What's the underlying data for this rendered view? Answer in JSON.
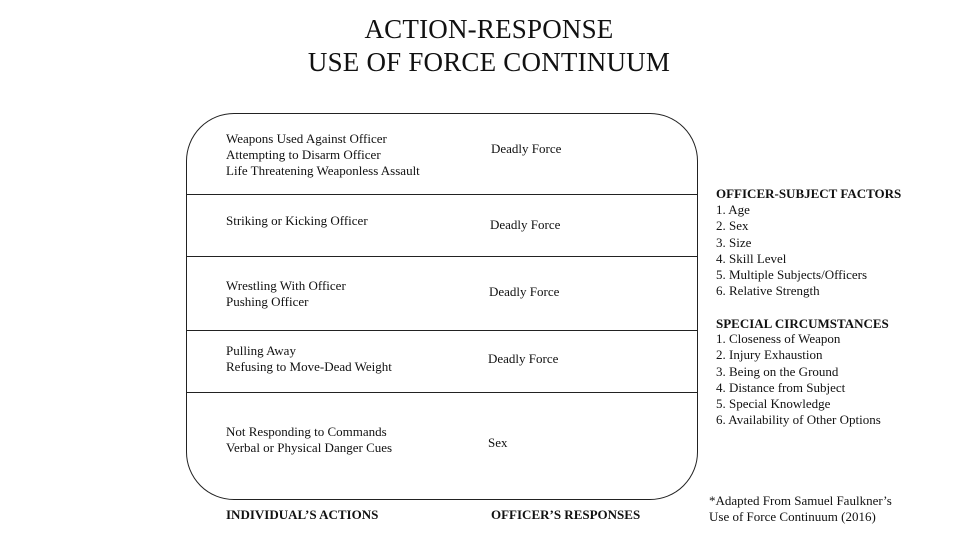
{
  "title": {
    "line1": "ACTION-RESPONSE",
    "line2": "USE OF FORCE CONTINUUM"
  },
  "levels": [
    {
      "actions": [
        "Weapons Used Against Officer",
        "Attempting to Disarm Officer",
        "Life Threatening Weaponless Assault"
      ],
      "response": "Deadly Force"
    },
    {
      "actions": [
        "Striking or Kicking Officer"
      ],
      "response": "Deadly Force"
    },
    {
      "actions": [
        "Wrestling With Officer",
        "Pushing Officer"
      ],
      "response": "Deadly Force"
    },
    {
      "actions": [
        "Pulling Away",
        "Refusing to Move-Dead Weight"
      ],
      "response": "Deadly Force"
    },
    {
      "actions": [
        "Not Responding to Commands",
        "Verbal or Physical Danger Cues"
      ],
      "response": "Sex"
    }
  ],
  "footer": {
    "actions_label": "INDIVIDUAL’S ACTIONS",
    "responses_label": "OFFICER’S RESPONSES"
  },
  "officer_subject_factors": {
    "heading": "OFFICER-SUBJECT FACTORS",
    "items": [
      "1.  Age",
      "2.  Sex",
      "3.  Size",
      "4.  Skill Level",
      "5.  Multiple Subjects/Officers",
      "6.  Relative Strength"
    ]
  },
  "special_circumstances": {
    "heading": "SPECIAL CIRCUMSTANCES",
    "items": [
      "1.  Closeness of Weapon",
      "2.  Injury Exhaustion",
      "3.  Being on the Ground",
      "4.  Distance from Subject",
      "5. Special Knowledge",
      "6.  Availability of Other Options"
    ]
  },
  "credit": {
    "line1": "*Adapted From Samuel Faulkner’s",
    "line2": "Use of Force Continuum (2016)"
  }
}
